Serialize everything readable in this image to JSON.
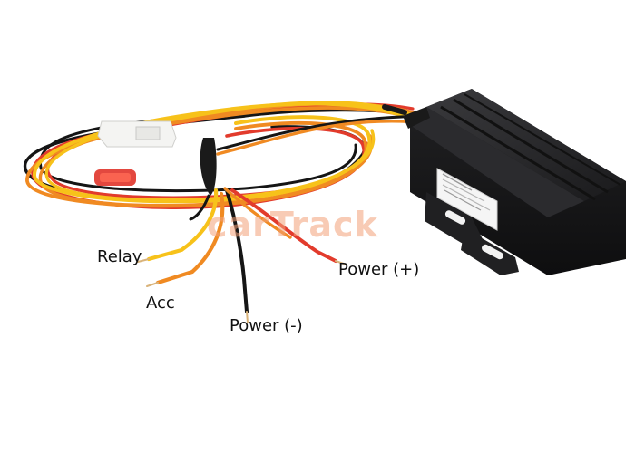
{
  "photo": {
    "labels": {
      "relay": "Relay",
      "acc": "Acc",
      "power_negative": "Power (-)",
      "power_positive": "Power (+)"
    },
    "watermark_text": "carTrack"
  },
  "colors": {
    "background": "#ffffff",
    "device_body": "#1c1c1e",
    "wire_yellow": "#f7c21a",
    "wire_orange": "#f08a22",
    "wire_red": "#e23b2c",
    "wire_black": "#151515",
    "watermark": "#f3a27a",
    "label_text": "#111111"
  }
}
